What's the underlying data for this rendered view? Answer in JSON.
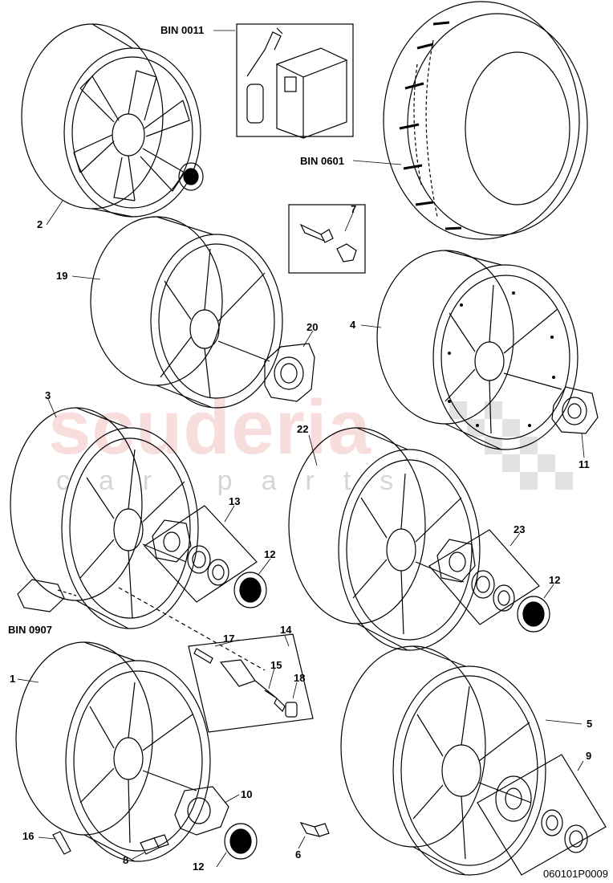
{
  "watermark": {
    "main": "scuderia",
    "sub": "car parts"
  },
  "labels": {
    "bin0011": "BIN 0011",
    "bin0601": "BIN 0601",
    "bin0907": "BIN 0907",
    "n2": "2",
    "n7": "7",
    "n19": "19",
    "n20": "20",
    "n4": "4",
    "n3": "3",
    "n22": "22",
    "n11": "11",
    "n13": "13",
    "n12a": "12",
    "n23": "23",
    "n12b": "12",
    "n14": "14",
    "n17": "17",
    "n15": "15",
    "n18": "18",
    "n1": "1",
    "n5": "5",
    "n9": "9",
    "n10": "10",
    "n16": "16",
    "n8": "8",
    "n6": "6",
    "n12c": "12"
  },
  "drawing_code": "060101P0009",
  "colors": {
    "line": "#000000",
    "watermark_red": "#f4c2c2",
    "watermark_grey": "#d6d6d6"
  }
}
